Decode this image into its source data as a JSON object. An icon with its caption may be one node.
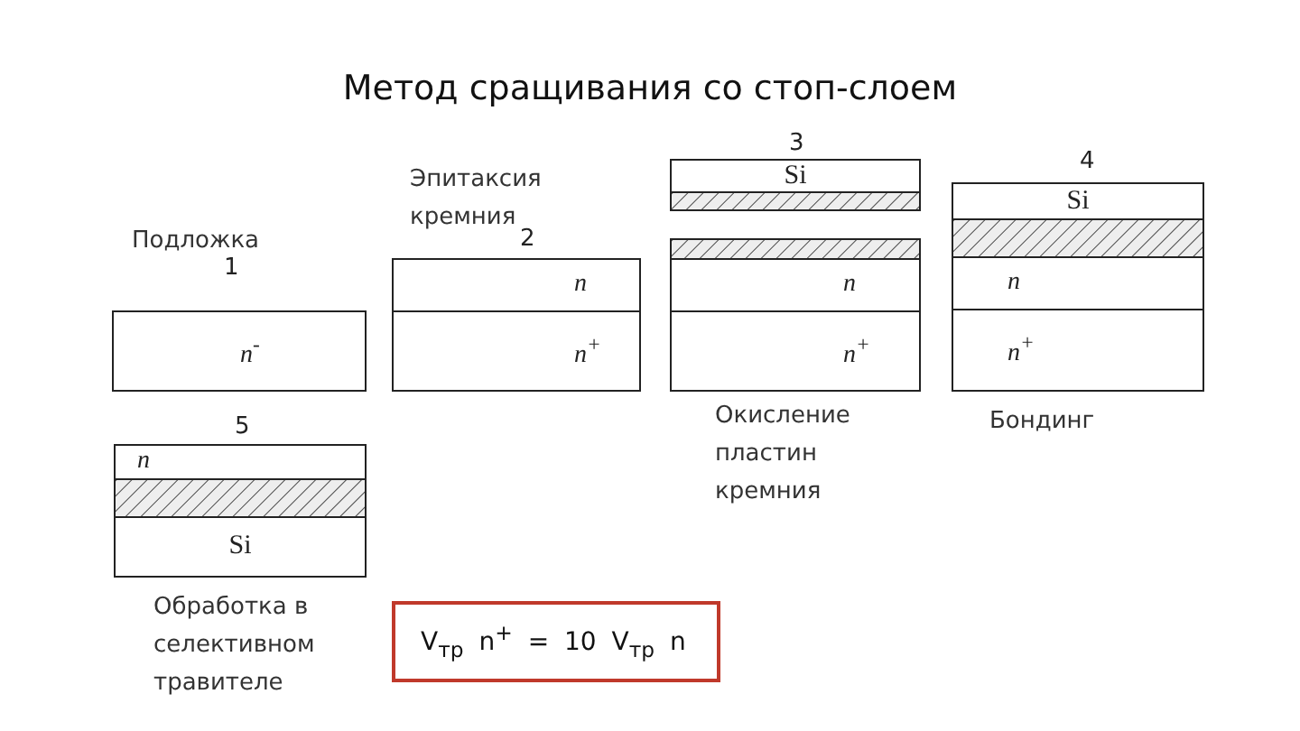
{
  "diagram": {
    "title": "Метод сращивания со стоп-слоем",
    "nodes": [
      {
        "text": [
          "n$^{-}$"
        ]
      },
      {
        "text": [
          "n"
        ]
      },
      {
        "text": [
          "n$^{+}$"
        ]
      },
      {
        "text": [
          "Si"
        ]
      },
      {
        "text": [],
        "shape": "box"
      },
      {
        "text": [],
        "shape": "box"
      },
      {
        "text": [
          "n"
        ]
      },
      {
        "text": [
          "n$^{+}$"
        ]
      },
      {
        "text": [
          "Si"
        ]
      },
      {
        "text": [],
        "shape": "box"
      },
      {
        "text": [
          "n"
        ]
      },
      {
        "text": [
          "n$^{+}$"
        ]
      },
      {
        "text": [
          "n"
        ]
      },
      {
        "text": [],
        "shape": "box"
      },
      {
        "text": [
          "Si"
        ]
      },
      {
        "text": [
          "V$_{тр}$ n$^{+}$ = 10 V$_{тр}$ n"
        ]
      }
    ],
    "edges": [],
    "labels": [
      "3",
      "Эпитаксия кремния",
      "4",
      "Подложка",
      "2",
      "1",
      "5",
      "Окисление пластин кремния",
      "Бондинг",
      "Обработка в селективном травителе"
    ]
  }
}
